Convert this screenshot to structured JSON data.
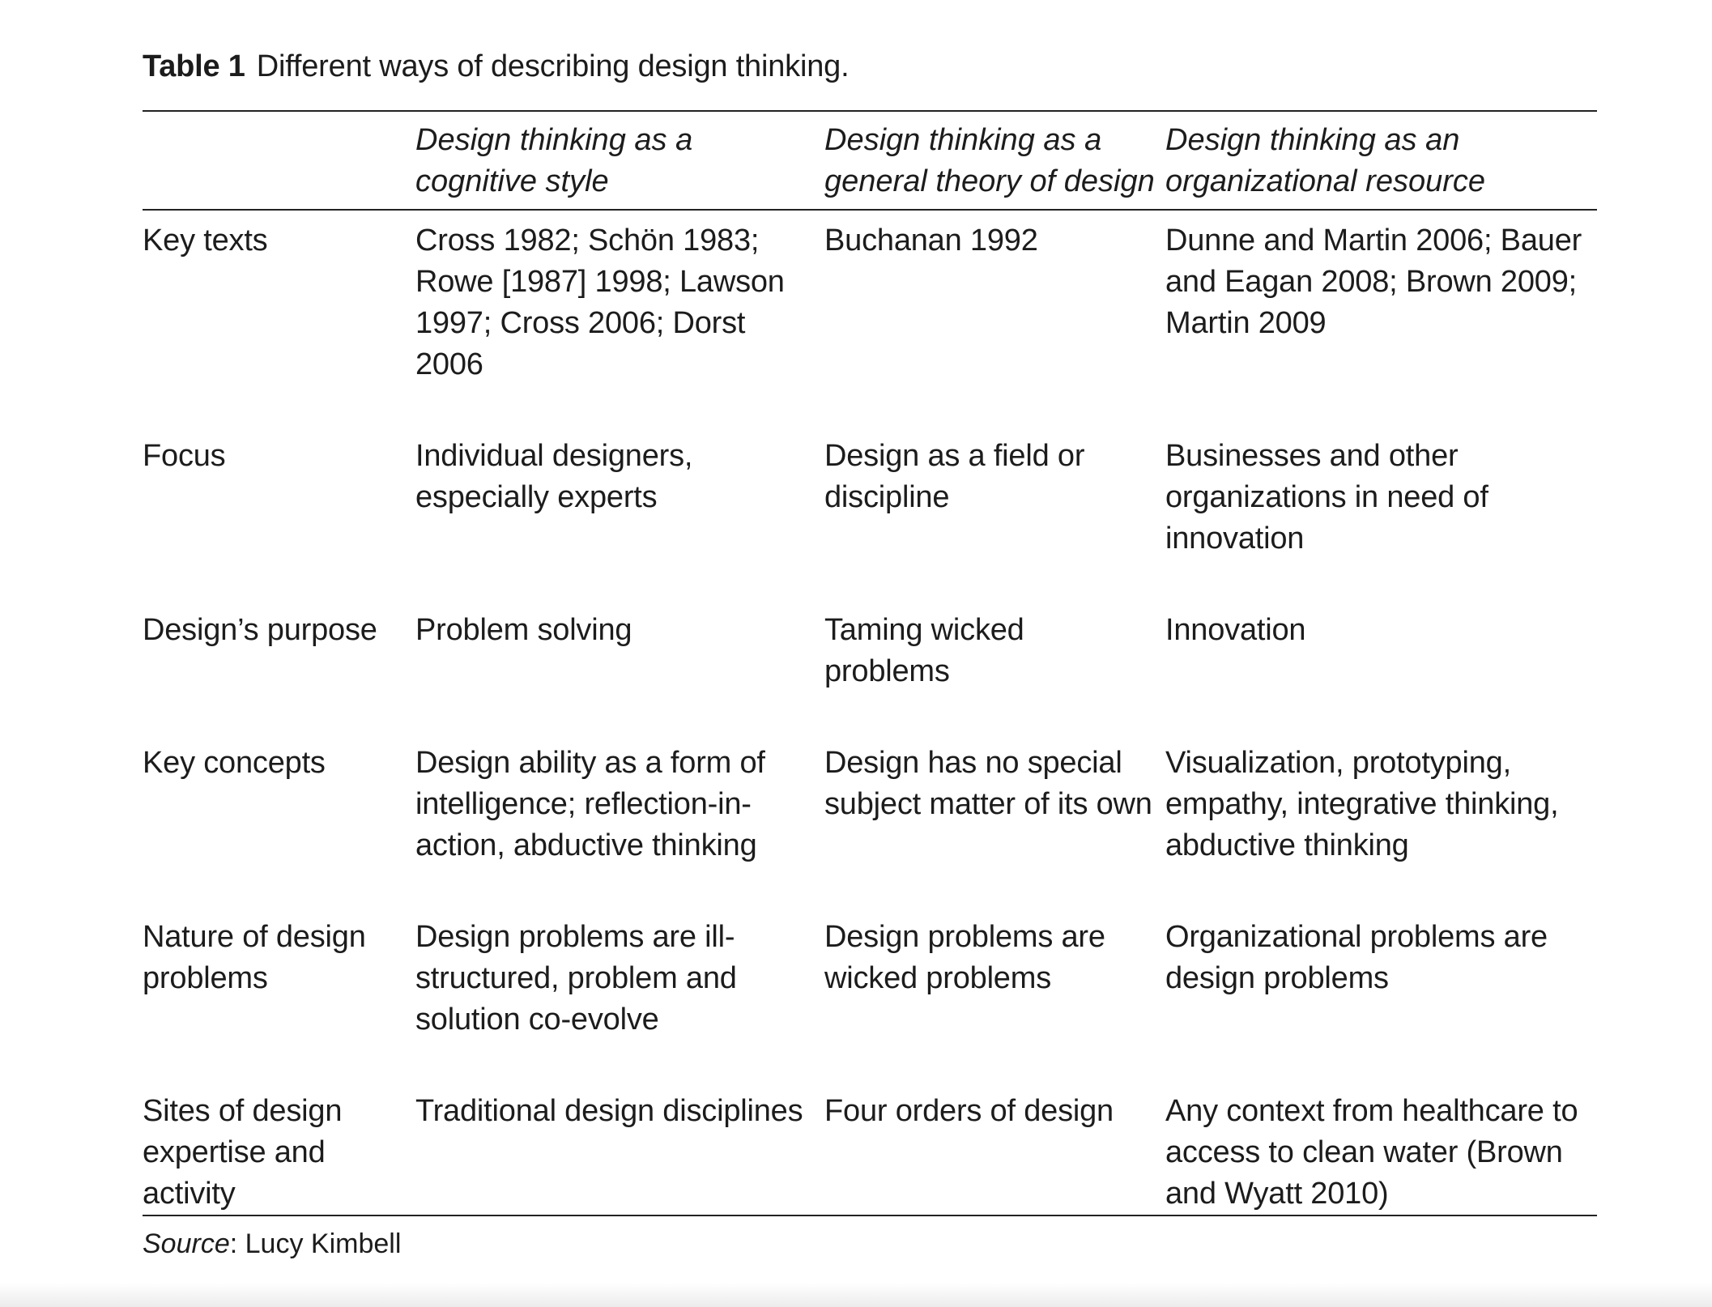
{
  "caption": {
    "label": "Table 1",
    "text": "Different ways of describing design thinking."
  },
  "table": {
    "columns": [
      "",
      "Design thinking as a cognitive style",
      "Design thinking as a general theory of design",
      "Design thinking as an organizational resource"
    ],
    "rows": [
      {
        "label": "Key texts",
        "cells": [
          "Cross 1982; Schön 1983; Rowe [1987] 1998; Lawson 1997; Cross 2006; Dorst 2006",
          "Buchanan 1992",
          "Dunne and Martin 2006; Bauer and Eagan 2008; Brown 2009; Martin 2009"
        ]
      },
      {
        "label": "Focus",
        "cells": [
          "Individual designers, especially experts",
          "Design as a field or discipline",
          "Businesses and other organizations in need of innovation"
        ]
      },
      {
        "label": "Design’s purpose",
        "cells": [
          "Problem solving",
          "Taming wicked problems",
          "Innovation"
        ]
      },
      {
        "label": "Key concepts",
        "cells": [
          "Design ability as a form of intelligence; reflection-in-action, abductive thinking",
          "Design has no special subject matter of its own",
          "Visualization, prototyping, empathy, integrative thinking, abductive thinking"
        ]
      },
      {
        "label": "Nature of design problems",
        "cells": [
          "Design problems are ill-structured, problem and solution co-evolve",
          "Design problems are wicked problems",
          "Organizational problems are design problems"
        ]
      },
      {
        "label": "Sites of design expertise and activity",
        "cells": [
          "Traditional design disciplines",
          "Four orders of design",
          "Any context from healthcare to access to clean water (Brown and Wyatt 2010)"
        ]
      }
    ]
  },
  "source": {
    "label": "Source",
    "text": ": Lucy Kimbell"
  }
}
